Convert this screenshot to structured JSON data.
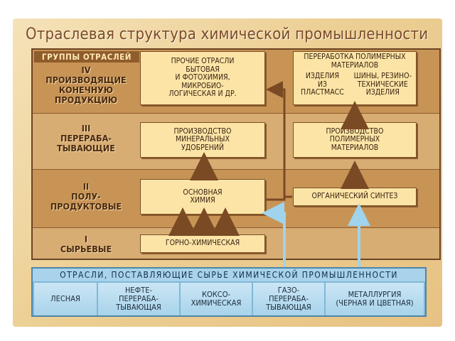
{
  "title": "Отраслевая структура химической промышленности",
  "header": "ГРУППЫ ОТРАСЛЕЙ",
  "groups": [
    {
      "num": "IV",
      "lines": [
        "ПРОИЗВОДЯЩИЕ",
        "КОНЕЧНУЮ",
        "ПРОДУКЦИЮ"
      ]
    },
    {
      "num": "III",
      "lines": [
        "ПЕРЕРАБА-",
        "ТЫВАЮЩИЕ"
      ]
    },
    {
      "num": "II",
      "lines": [
        "ПОЛУ-",
        "ПРОДУКТОВЫЕ"
      ]
    },
    {
      "num": "I",
      "lines": [
        "СЫРЬЕВЫЕ"
      ]
    }
  ],
  "boxes": {
    "other": [
      "ПРОЧИЕ ОТРАСЛИ",
      "БЫТОВАЯ",
      "И ФОТОХИМИЯ,",
      "МИКРОБИО-",
      "ЛОГИЧЕСКАЯ И ДР."
    ],
    "polymer_processing": [
      "ПЕРЕРАБОТКА ПОЛИМЕРНЫХ",
      "МАТЕРИАЛОВ"
    ],
    "plastics": [
      "ИЗДЕЛИЯ",
      "ИЗ",
      "ПЛАСТМАСС"
    ],
    "tires": [
      "ШИНЫ, РЕЗИНО-",
      "ТЕХНИЧЕСКИЕ",
      "ИЗДЕЛИЯ"
    ],
    "fertilizers": [
      "ПРОИЗВОДСТВО",
      "МИНЕРАЛЬНЫХ",
      "УДОБРЕНИЙ"
    ],
    "polymers": [
      "ПРОИЗВОДСТВО",
      "ПОЛИМЕРНЫХ",
      "МАТЕРИАЛОВ"
    ],
    "basic": [
      "ОСНОВНАЯ",
      "ХИМИЯ"
    ],
    "organic": [
      "ОРГАНИЧЕСКИЙ СИНТЕЗ"
    ],
    "mining": [
      "ГОРНО-ХИМИЧЕСКАЯ"
    ]
  },
  "suppliers": {
    "title": "ОТРАСЛИ, ПОСТАВЛЯЮЩИЕ СЫРЬЕ ХИМИЧЕСКОЙ ПРОМЫШЛЕННОСТИ",
    "items": [
      [
        "ЛЕСНАЯ"
      ],
      [
        "НЕФТЕ-",
        "ПЕРЕРАБА-",
        "ТЫВАЮЩАЯ"
      ],
      [
        "КОКСО-",
        "ХИМИЧЕСКАЯ"
      ],
      [
        "ГАЗО-",
        "ПЕРЕРАБА-",
        "ТЫВАЮЩАЯ"
      ],
      [
        "МЕТАЛЛУРГИЯ",
        "(ЧЕРНАЯ И ЦВЕТНАЯ)"
      ]
    ]
  },
  "colors": {
    "arrow_brown": "#7a4a24",
    "arrow_blue": "#9fd4ec"
  }
}
